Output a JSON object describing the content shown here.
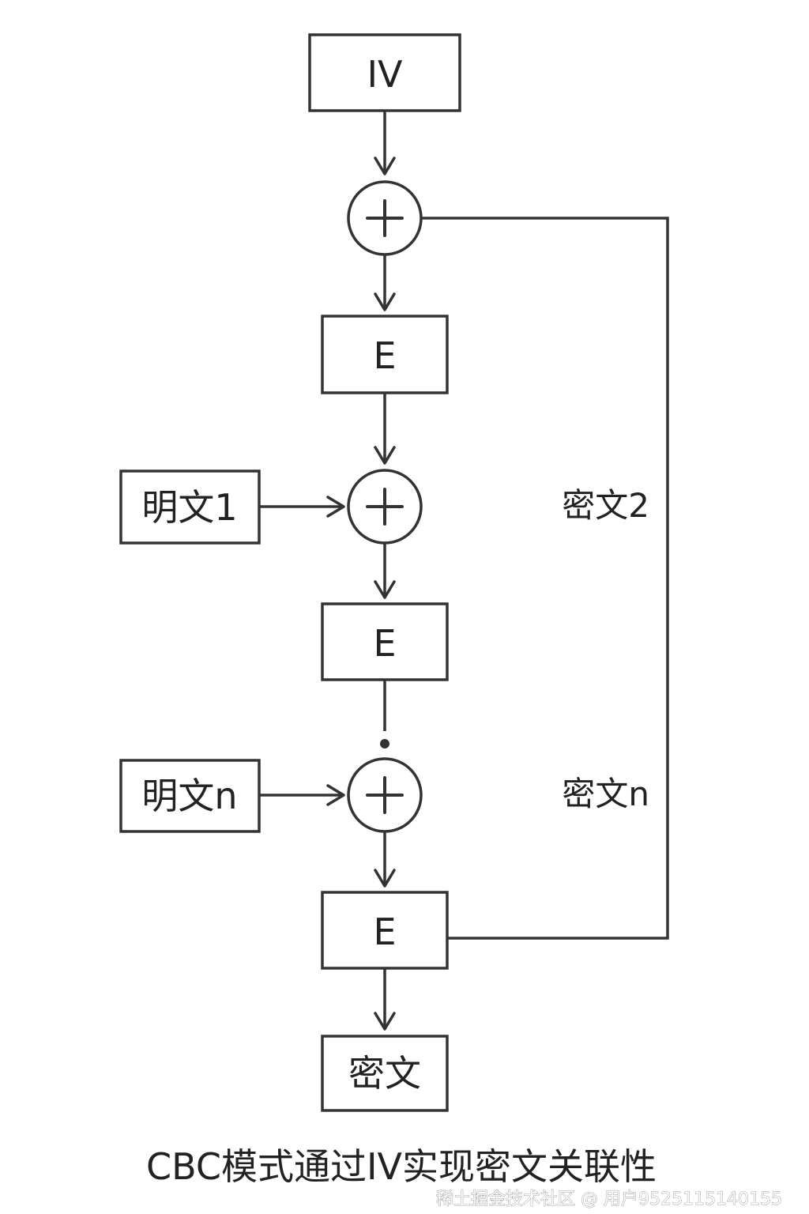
{
  "nodes": {
    "iv": "IV",
    "encrypt_label": "E",
    "plaintext_1": "明文1",
    "plaintext_n": "明文n",
    "ciphertext": "密文"
  },
  "feedback_labels": {
    "ciphertext_2": "密文2",
    "ciphertext_n": "密文n"
  },
  "caption": "CBC模式通过IV实现密文关联性",
  "watermark": "稀土掘金技术社区 @ 用户9525115140155",
  "colors": {
    "stroke": "#333333",
    "text": "#222222",
    "background": "#ffffff"
  },
  "icons": {
    "xor": "circled-plus-icon",
    "arrow": "arrow-down-icon"
  }
}
